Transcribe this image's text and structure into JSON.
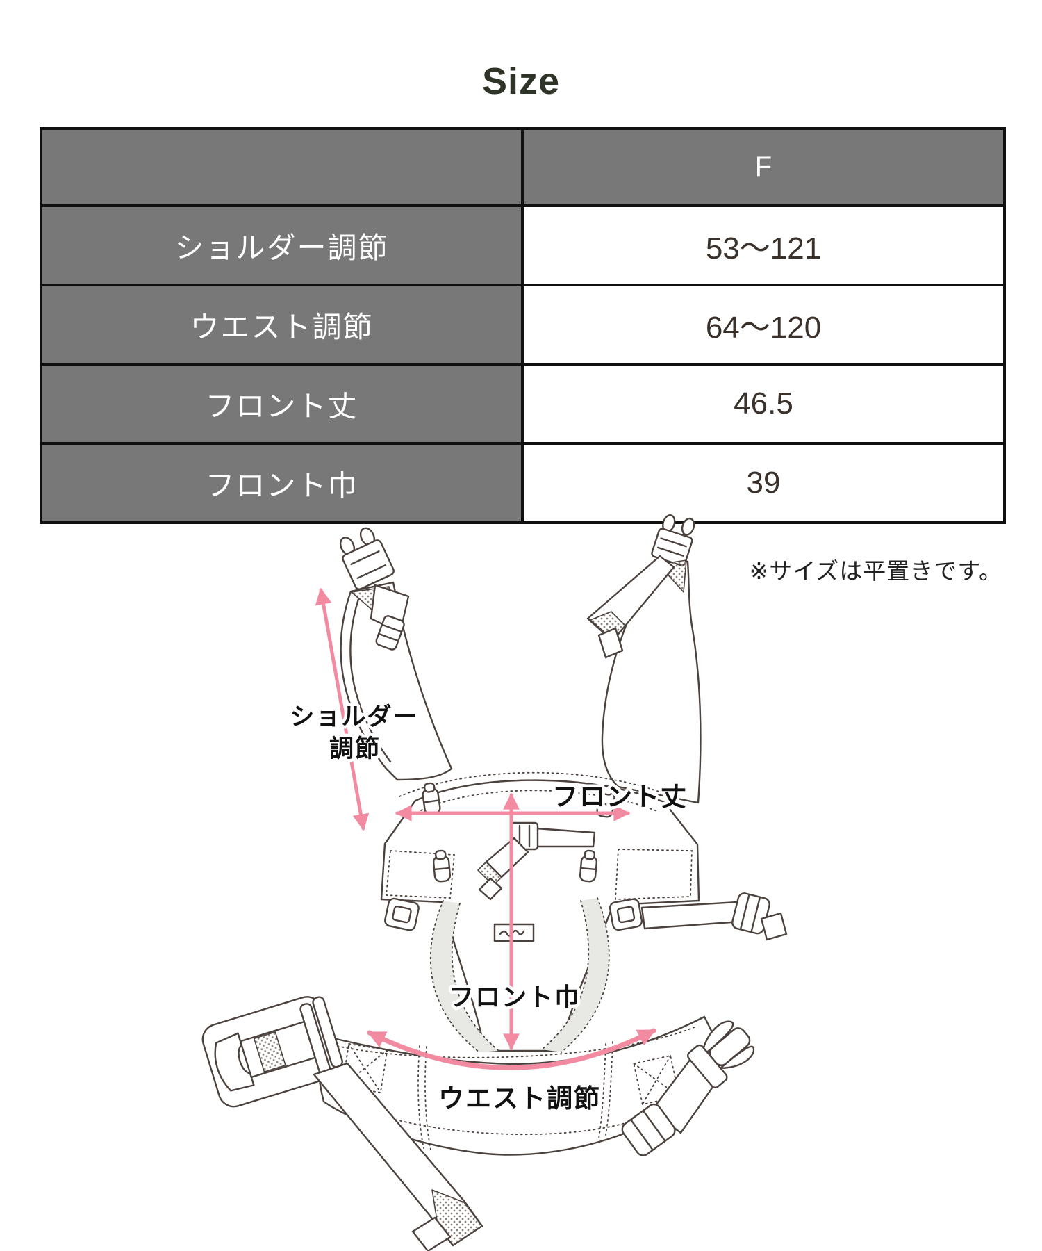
{
  "title": "Size",
  "size_table": {
    "header": {
      "col1": "",
      "col2": "F"
    },
    "rows": [
      {
        "label": "ショルダー調節",
        "value": "53〜121"
      },
      {
        "label": "ウエスト調節",
        "value": "64〜120"
      },
      {
        "label": "フロント丈",
        "value": "46.5"
      },
      {
        "label": "フロント巾",
        "value": "39"
      }
    ]
  },
  "note": "※サイズは平置きです。",
  "diagram": {
    "labels": {
      "shoulder_line1": "ショルダー",
      "shoulder_line2": "調節",
      "front_length": "フロント丈",
      "front_width": "フロント巾",
      "waist": "ウエスト調節"
    },
    "arrow_color": "#f28ba1",
    "line_color": "#4b423e",
    "table_header_bg": "#787878",
    "table_border": "#101010",
    "value_text_color": "#3a312b"
  }
}
